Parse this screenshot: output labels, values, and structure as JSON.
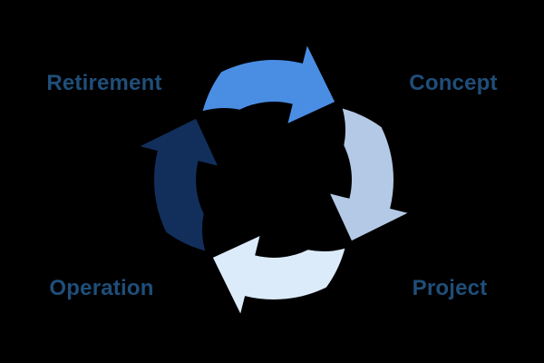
{
  "page": {
    "background": "#000000"
  },
  "diagram": {
    "type": "cycle",
    "direction": "clockwise",
    "label_color": "#1f4e79",
    "labels": [
      {
        "text": "Retirement",
        "position": "top-left"
      },
      {
        "text": "Concept",
        "position": "top-right"
      },
      {
        "text": "Operation",
        "position": "bottom-left"
      },
      {
        "text": "Project",
        "position": "bottom-right"
      }
    ],
    "arrows": [
      {
        "position": "top",
        "from": "Retirement",
        "to": "Concept",
        "color": "#4a8ee4"
      },
      {
        "position": "right",
        "from": "Concept",
        "to": "Project",
        "color": "#b4c9e6"
      },
      {
        "position": "bottom",
        "from": "Project",
        "to": "Operation",
        "color": "#dcebfa"
      },
      {
        "position": "left",
        "from": "Operation",
        "to": "Retirement",
        "color": "#122f5c"
      }
    ]
  }
}
